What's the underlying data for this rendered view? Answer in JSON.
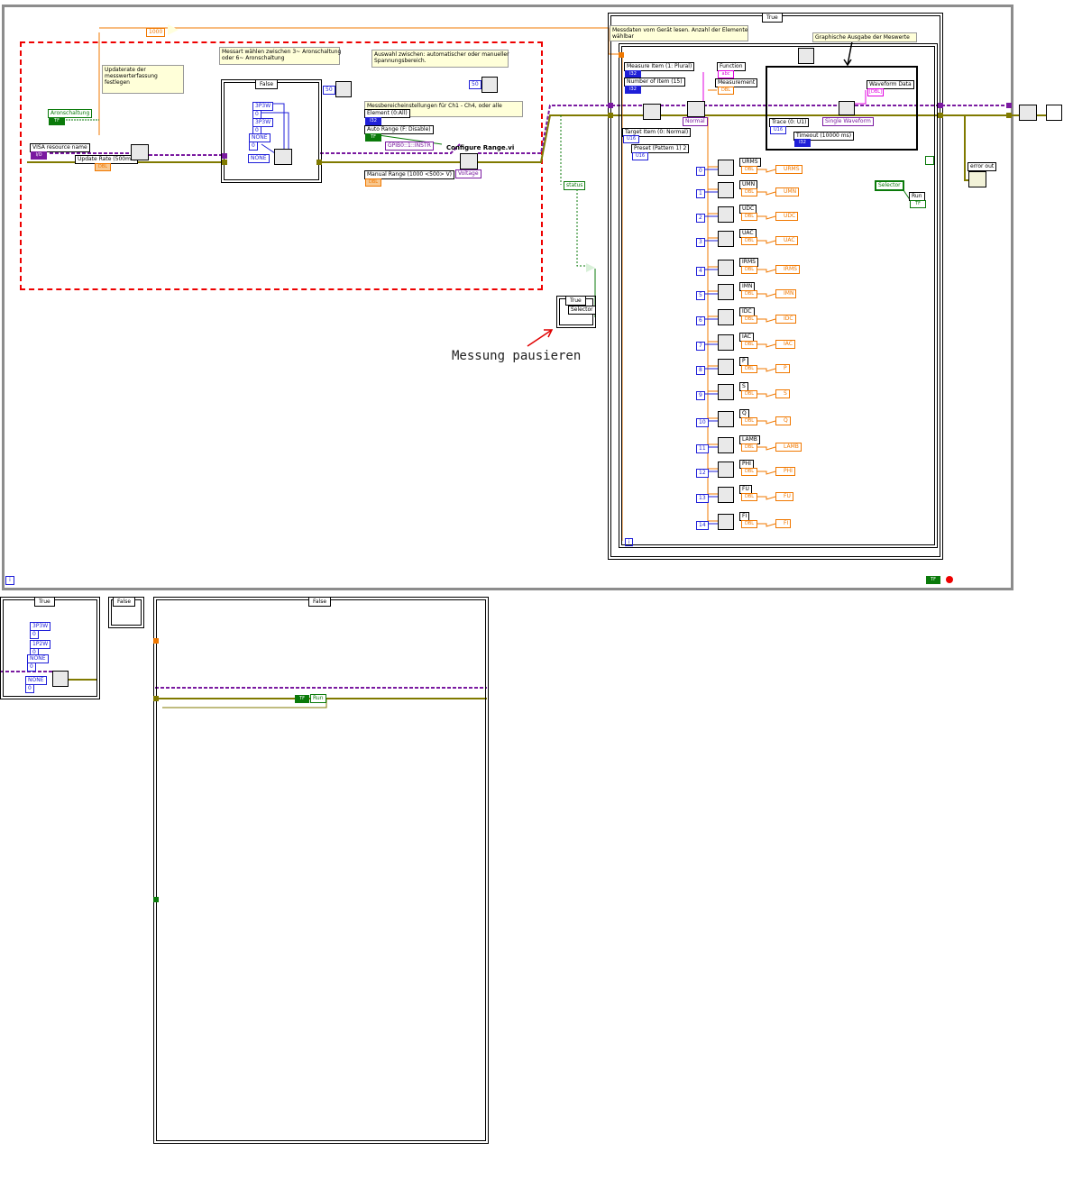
{
  "notes": {
    "update_rate": "Updaterate der\nmesswerterfassung\nfestlegen",
    "measurement_mode": "Messart wählen zwischen 3~ Aronschaltung\noder 6~ Aronschaltung",
    "range_select": "Auswahl zwischen: automatischer oder manueller\nSpannungsbereich.",
    "range_settings": "Messbereicheinstellungen für Ch1 - Ch4, oder alle wählbar",
    "read_data": "Messdaten vom Gerät lesen. Anzahl der Elemente\nwählbar",
    "graph_output": "Graphische Ausgabe der Meswerte"
  },
  "controls": {
    "aronschaltung": "Aronschaltung",
    "visa_resource": "VISA resource name",
    "update_rate": "Update Rate (500ms)",
    "element": "Element (0:All)",
    "auto_range": "Auto Range (F: Disable)",
    "visa_const": "GPIB0::1::INSTR",
    "configure_range": "Configure Range.vi",
    "manual_range": "Manual Range (1000 <500> V)",
    "voltage": "Voltage",
    "measure_item": "Measure Item (1: Plural)",
    "number_of_item": "Number of Item (15)",
    "target_item": "Target Item (0: Normal)",
    "preset": "Preset (Pattern 1) 2",
    "normal": "Normal",
    "function": "Function",
    "measurement": "Measurement",
    "waveform_data": "Waveform Data",
    "trace": "Trace (0: U1)",
    "single_waveform": "Single Waveform",
    "timeout": "Timeout (10000 ms)",
    "status": "status",
    "selector": "Selector",
    "run": "Run",
    "error_out": "error out",
    "const_1000": "1000",
    "const_50a": "50",
    "const_50b": "50"
  },
  "cases": {
    "top_false": "False",
    "main_true": "True",
    "pause_true": "True",
    "pause_selector": "Selector",
    "bottom_true": "True",
    "bottom_false_small": "False",
    "bottom_false_big": "False"
  },
  "enum_values": {
    "top": [
      "3P3W",
      "3P3W",
      "NONE",
      "NONE"
    ],
    "top_nums": [
      "0",
      "0",
      "0"
    ],
    "bottom": [
      "3P3W",
      "1P2W",
      "NONE",
      "NONE"
    ],
    "bottom_nums": [
      "0",
      "0",
      "0",
      "0"
    ]
  },
  "measurements": [
    {
      "index": "0",
      "name": "URMS"
    },
    {
      "index": "1",
      "name": "UMN"
    },
    {
      "index": "2",
      "name": "UDC"
    },
    {
      "index": "3",
      "name": "UAC"
    },
    {
      "index": "4",
      "name": "IRMS"
    },
    {
      "index": "5",
      "name": "IMN"
    },
    {
      "index": "6",
      "name": "IDC"
    },
    {
      "index": "7",
      "name": "IAC"
    },
    {
      "index": "8",
      "name": "P"
    },
    {
      "index": "9",
      "name": "S"
    },
    {
      "index": "10",
      "name": "Q"
    },
    {
      "index": "11",
      "name": "LAMB"
    },
    {
      "index": "12",
      "name": "PHI"
    },
    {
      "index": "13",
      "name": "FU"
    },
    {
      "index": "14",
      "name": "FI"
    }
  ],
  "annotation": "Messung pausieren",
  "loop_iteration": "i",
  "colors": {
    "orange": "#f07800",
    "blue": "#1f1fd8",
    "green": "#0a7a0a",
    "purple": "#7a1aa0",
    "pink": "#e000e0",
    "red": "#e00000"
  }
}
